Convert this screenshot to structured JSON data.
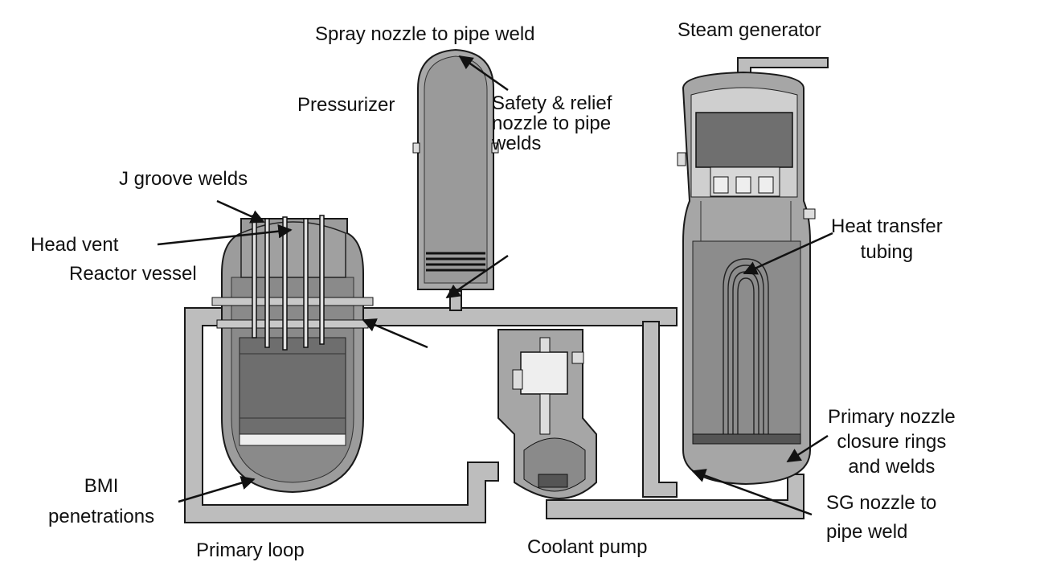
{
  "labels": {
    "spray_nozzle": "Spray nozzle to pipe weld",
    "steam_generator": "Steam generator",
    "pressurizer": "Pressurizer",
    "safety_relief": "Safety & relief\nnozzle to pipe\nwelds",
    "j_groove": "J groove welds",
    "head_vent": "Head vent",
    "reactor_vessel": "Reactor vessel",
    "heat_transfer": "Heat transfer\ntubing",
    "primary_nozzle": "Primary nozzle\nclosure rings\nand welds",
    "bmi": "BMI\npenetrations",
    "sg_nozzle": "SG nozzle to\npipe weld",
    "primary_loop": "Primary loop",
    "coolant_pump": "Coolant pump"
  },
  "colors": {
    "pipe_fill": "#bdbdbd",
    "vessel_fill": "#8c8c8c",
    "outline": "#1a1a1a",
    "interior_light": "#d9d9d9",
    "text": "#111111"
  }
}
